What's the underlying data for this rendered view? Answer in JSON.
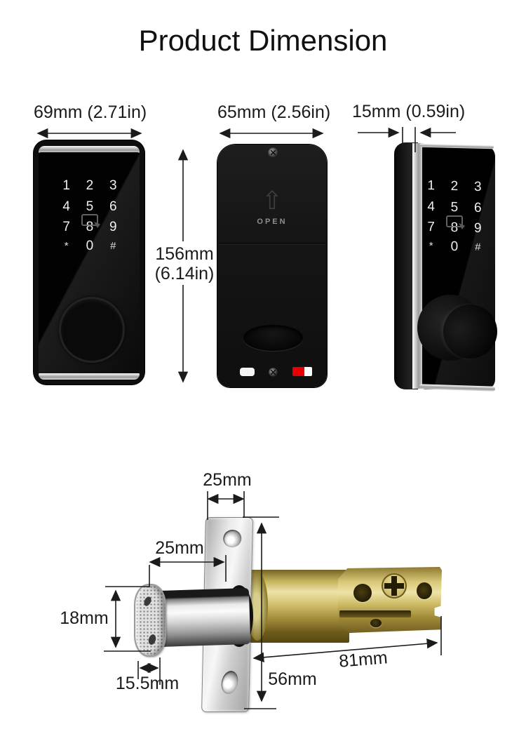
{
  "title": "Product Dimension",
  "colors": {
    "text": "#1b1b1b",
    "lock_body": "#101010",
    "chrome": "#d9d9d9",
    "brass": "#cdbb66",
    "indicator_red": "#e80000",
    "indicator_white": "#f5f5f5"
  },
  "dimensions": {
    "front_width": "69mm (2.71in)",
    "back_width": "65mm (2.56in)",
    "side_depth": "15mm (0.59in)",
    "height_mm": "156mm",
    "height_in": "(6.14in)",
    "faceplate_width": "25mm",
    "backset": "25mm",
    "bolt_height": "18mm",
    "bolt_width": "15.5mm",
    "latch_length": "81mm",
    "faceplate_height": "56mm"
  },
  "front_lock": {
    "keys": [
      [
        "1",
        "2",
        "3"
      ],
      [
        "4",
        "5",
        "6"
      ],
      [
        "7",
        "8",
        "9"
      ],
      [
        "*",
        "0",
        "#"
      ]
    ]
  },
  "back_lock": {
    "arrow_glyph": "⇧",
    "open_label": "OPEN"
  },
  "side_lock": {
    "keys": [
      [
        "1",
        "2",
        "3"
      ],
      [
        "4",
        "5",
        "6"
      ],
      [
        "7",
        "8",
        "9"
      ],
      [
        "*",
        "0",
        "#"
      ]
    ]
  }
}
